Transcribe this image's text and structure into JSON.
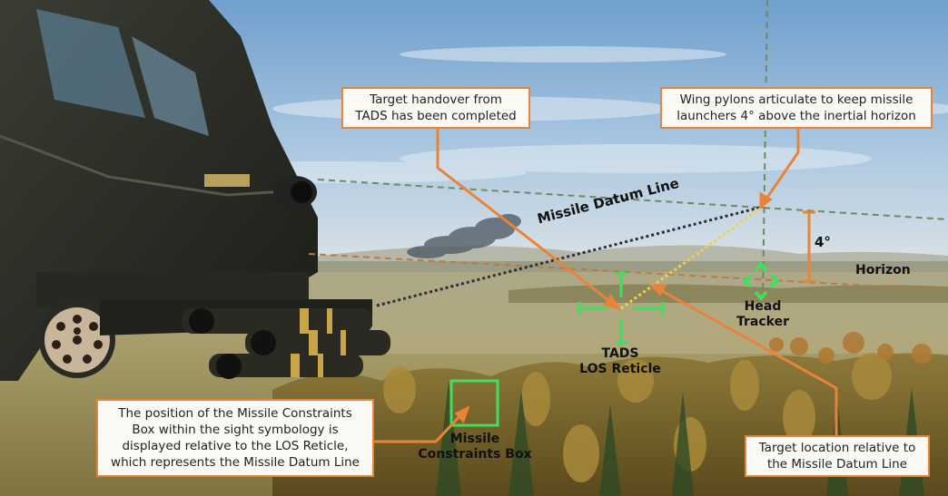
{
  "colors": {
    "callout_border": "#e8843a",
    "symbology_green": "#3fe060",
    "datum_line": "#2e2e3a",
    "target_line": "#f2d048",
    "horizon_line": "#b97a48",
    "inertial_horizon_line": "#6e8a62"
  },
  "callouts": {
    "target_handover": "Target handover from\nTADS has been completed",
    "wing_pylons": "Wing pylons articulate to keep missile\nlaunchers 4° above the inertial horizon",
    "constraints_box_position": "The position of the Missile Constraints\nBox within the sight symbology is\ndisplayed relative to the LOS Reticle,\nwhich represents the Missile Datum Line",
    "target_location": "Target location relative to\nthe Missile Datum Line"
  },
  "labels": {
    "missile_datum_line": "Missile Datum Line",
    "angle": "4°",
    "horizon": "Horizon",
    "head_tracker": "Head\nTracker",
    "tads_los_reticle": "TADS\nLOS Reticle",
    "missile_constraints_box": "Missile\nConstraints Box"
  },
  "icons": [
    "helicopter-image",
    "missile-launcher-image",
    "rocket-pod-image",
    "smoke-plume-image",
    "head-tracker-icon",
    "los-reticle-icon",
    "missile-constraints-box-icon"
  ]
}
